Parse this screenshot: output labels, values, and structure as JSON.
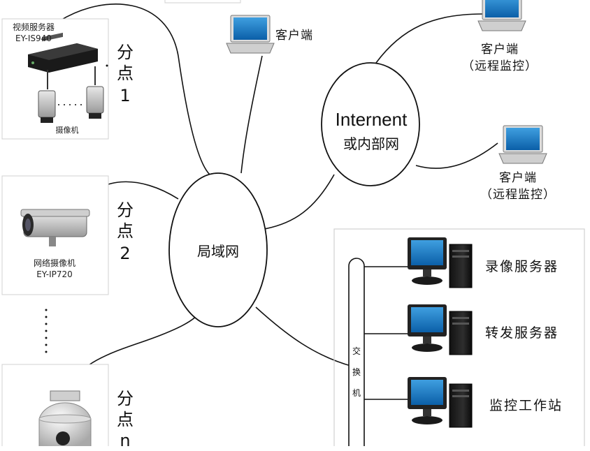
{
  "branches": [
    {
      "device_name": "视频服务器",
      "device_model": "EY-IS940",
      "sub_label": "摄像机",
      "site_label_line1": "分",
      "site_label_line2": "点",
      "site_label_line3": "1"
    },
    {
      "device_name": "网络摄像机",
      "device_model": "EY-IP720",
      "site_label_line1": "分",
      "site_label_line2": "点",
      "site_label_line3": "2"
    },
    {
      "site_label_line1": "分",
      "site_label_line2": "点",
      "site_label_line3": "n"
    }
  ],
  "lan_label": "局域网",
  "internet_label_line1": "Internent",
  "internet_label_line2": "或内部网",
  "clients": [
    {
      "label": "客户端"
    },
    {
      "label": "客户端",
      "sublabel": "（远程监控）"
    },
    {
      "label": "客户端",
      "sublabel": "（远程监控）"
    }
  ],
  "switch_label": [
    "交",
    "换",
    "机"
  ],
  "servers": [
    {
      "label": "录像服务器"
    },
    {
      "label": "转发服务器"
    },
    {
      "label": "监控工作站"
    }
  ],
  "icons": {
    "laptop": "laptop-icon",
    "desktop": "desktop-computer-icon",
    "dvr": "video-server-icon",
    "box_camera": "box-camera-icon",
    "ip_camera": "ip-camera-icon",
    "dome_camera": "dome-camera-icon"
  }
}
